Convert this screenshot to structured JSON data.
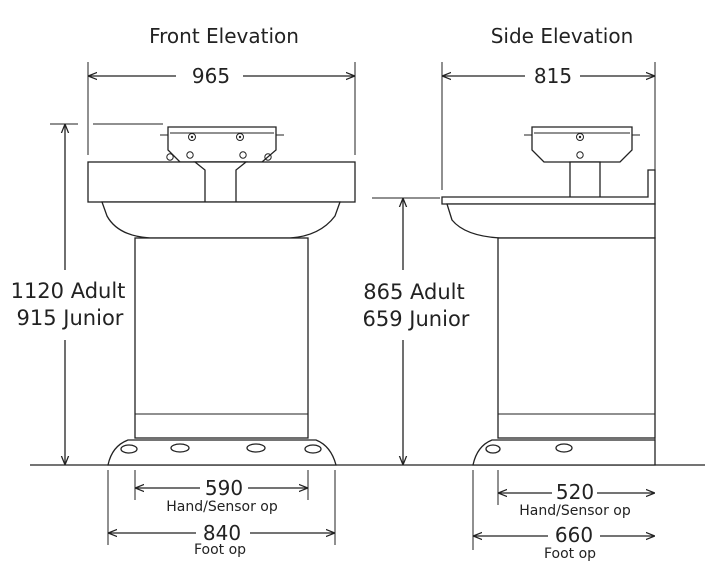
{
  "front": {
    "title": "Front Elevation",
    "overall_width": "965",
    "height_adult": "1120 Adult",
    "height_junior": "915 Junior",
    "hand_width": "590",
    "hand_label": "Hand/Sensor op",
    "foot_width": "840",
    "foot_label": "Foot op"
  },
  "side": {
    "title": "Side Elevation",
    "overall_width": "815",
    "height_adult": "865 Adult",
    "height_junior": "659 Junior",
    "hand_width": "520",
    "hand_label": "Hand/Sensor op",
    "foot_width": "660",
    "foot_label": "Foot op"
  }
}
